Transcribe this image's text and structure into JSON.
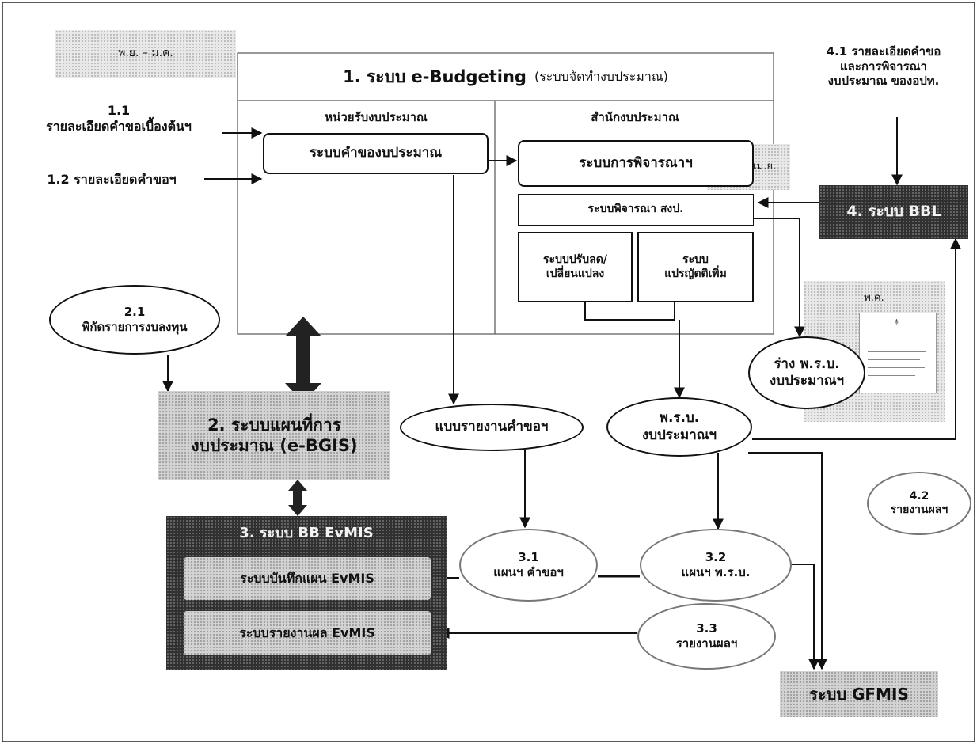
{
  "frame": {
    "period_nov_dec": "พ.ย. – ม.ค.",
    "period_jan_apr": "ม.ค. – เม.ย.",
    "period_act": "พ.ค."
  },
  "ebudget": {
    "title_main": "1. ระบบ e-Budgeting",
    "title_sub": "(ระบบจัดทำงบประมาณ)",
    "left_header": "หน่วยรับงบประมาณ",
    "right_header": "สำนักงบประมาณ",
    "request_system": "ระบบคำของบประมาณ",
    "consider_system": "ระบบการพิจารณาฯ",
    "bb_consider": "ระบบพิจารณา สงป.",
    "adjust_line1": "ระบบปรับลด/",
    "adjust_line2": "เปลี่ยนแปลง",
    "extra_line1": "ระบบ",
    "extra_line2": "แปรญัตติเพิ่ม"
  },
  "inputs": {
    "i11_num": "1.1",
    "i11_text": "รายละเอียดคำขอเบื้องต้นฯ",
    "i12_text": "1.2 รายละเอียดคำขอฯ",
    "i21_num": "2.1",
    "i21_text": "พิกัดรายการงบลงทุน",
    "i41_line1": "4.1 รายละเอียดคำขอ",
    "i41_line2": "และการพิจารณา",
    "i41_line3": "งบประมาณ ของอปท."
  },
  "bbl": {
    "label": "4. ระบบ BBL"
  },
  "bgis": {
    "line1": "2. ระบบแผนที่การ",
    "line2": "งบประมาณ (e-BGIS)"
  },
  "evmis": {
    "title": "3. ระบบ BB EvMIS",
    "plan": "ระบบบันทึกแผน EvMIS",
    "report": "ระบบรายงานผล EvMIS"
  },
  "outputs": {
    "report_form": "แบบรายงานคำขอฯ",
    "draft_line1": "ร่าง พ.ร.บ.",
    "draft_line2": "งบประมาณฯ",
    "act_line1": "พ.ร.บ.",
    "act_line2": "งบประมาณฯ"
  },
  "nodes": {
    "n31_num": "3.1",
    "n31_text": "แผนฯ คำขอฯ",
    "n32_num": "3.2",
    "n32_text": "แผนฯ พ.ร.บ.",
    "n33_num": "3.3",
    "n33_text": "รายงานผลฯ",
    "n42_num": "4.2",
    "n42_text": "รายงานผลฯ"
  },
  "gfmis": {
    "label": "ระบบ GFMIS"
  }
}
